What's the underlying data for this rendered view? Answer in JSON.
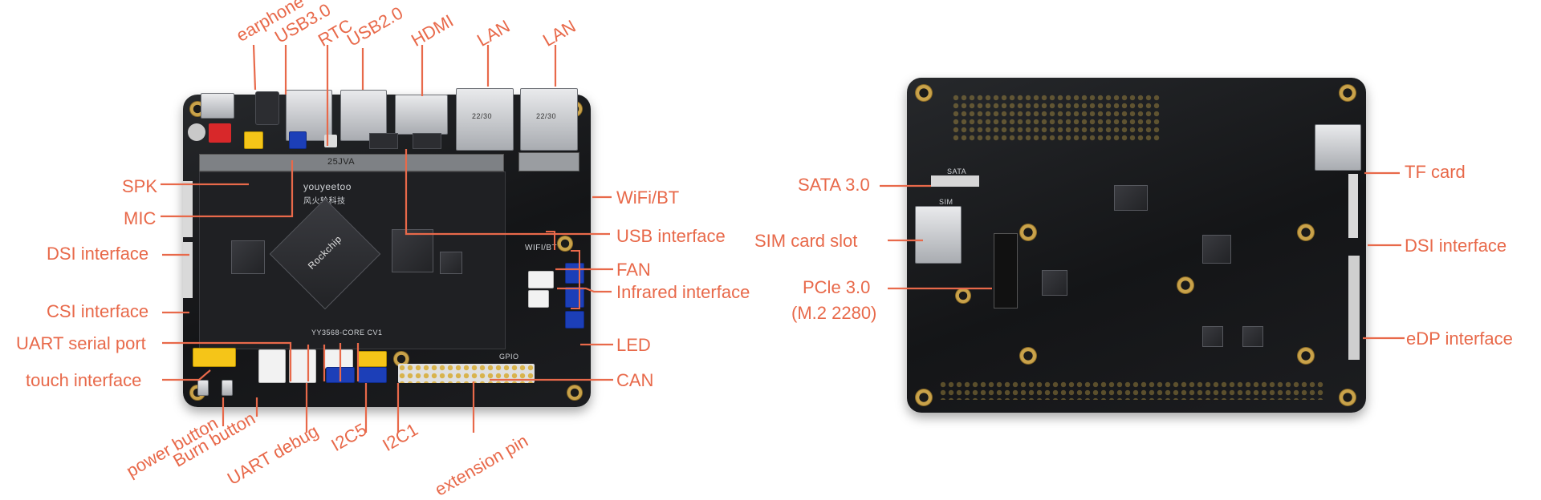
{
  "labels": {
    "earphone": "earphone",
    "usb30": "USB3.0",
    "rtc": "RTC",
    "usb20": "USB2.0",
    "hdmi": "HDMI",
    "lan1": "LAN",
    "lan2": "LAN",
    "spk": "SPK",
    "mic": "MIC",
    "dsi_front": "DSI interface",
    "csi": "CSI interface",
    "uart_serial": "UART serial port",
    "touch": "touch interface",
    "wifi_bt": "WiFi/BT",
    "usb_interface": "USB interface",
    "fan": "FAN",
    "infrared": "Infrared interface",
    "led": "LED",
    "can": "CAN",
    "power_button": "power button",
    "burn_button": "Burn button",
    "uart_debug": "UART debug",
    "i2c5": "I2C5",
    "i2c1": "I2C1",
    "extension_pin": "extension pin",
    "sata": "SATA 3.0",
    "sim": "SIM card slot",
    "pcie_line1": "PCle 3.0",
    "pcie_line2": "(M.2 2280)",
    "tf": "TF card",
    "dsi_back": "DSI interface",
    "edp": "eDP interface"
  },
  "board_text": {
    "brand": "youyeetoo",
    "brand_cn": "风火轮科技",
    "soc_brand": "Rockchip",
    "model": "YY3568-CORE  CV1",
    "module_code": "25JVA",
    "wifi_silk": "WIFI/BT",
    "gpio_silk": "GPIO",
    "sata_silk": "SATA",
    "sim_silk": "SIM",
    "lan_silk": "22/30"
  },
  "colors": {
    "annotation": "#e8694a",
    "board": "#1a1b1e",
    "gold": "#c9a24a"
  }
}
